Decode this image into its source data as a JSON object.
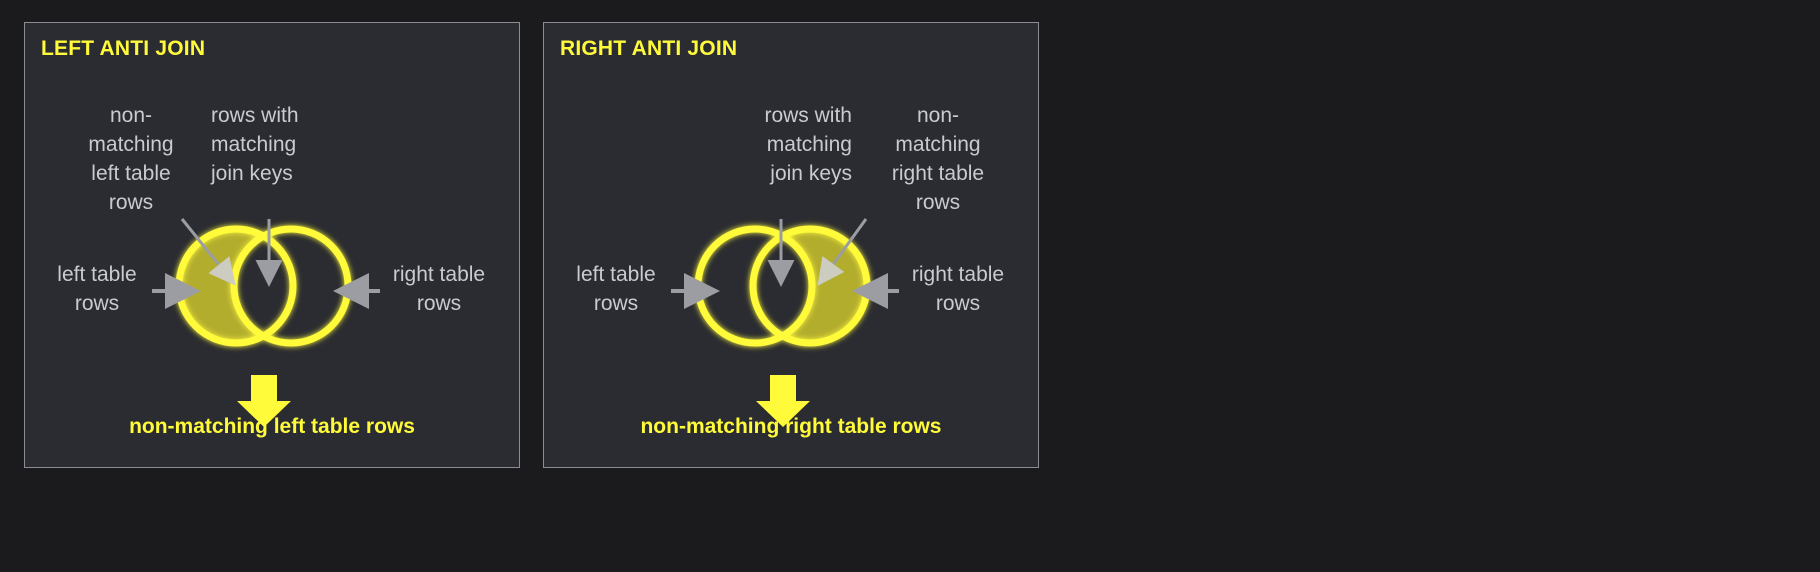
{
  "page": {
    "background_color": "#1b1b1d",
    "panel_background": "#2b2c31",
    "panel_border": "#8b8d93",
    "accent_yellow": "#fffb3a",
    "fill_olive": "#b3ad2e",
    "label_gray": "#c9cbd0",
    "arrow_gray": "#9b9da2"
  },
  "panels": [
    {
      "title": "LEFT ANTI JOIN",
      "labels": {
        "top_left": "non-\nmatching\nleft table\nrows",
        "top_right": "rows with\nmatching\njoin keys",
        "side_left": "left table\nrows",
        "side_right": "right table\nrows"
      },
      "venn": {
        "highlight": "left-only",
        "left_circle_stroke": "#fffb3a",
        "right_circle_stroke": "#fffb3a",
        "fill": "#b3ad2e"
      },
      "result_arrow": "down-arrow-icon",
      "caption": "non-matching left table rows"
    },
    {
      "title": "RIGHT ANTI JOIN",
      "labels": {
        "top_left": "rows with\nmatching\njoin keys",
        "top_right": "non-\nmatching\nright table\nrows",
        "side_left": "left table\nrows",
        "side_right": "right table\nrows"
      },
      "venn": {
        "highlight": "right-only",
        "left_circle_stroke": "#fffb3a",
        "right_circle_stroke": "#fffb3a",
        "fill": "#b3ad2e"
      },
      "result_arrow": "down-arrow-icon",
      "caption": "non-matching right table rows"
    }
  ]
}
